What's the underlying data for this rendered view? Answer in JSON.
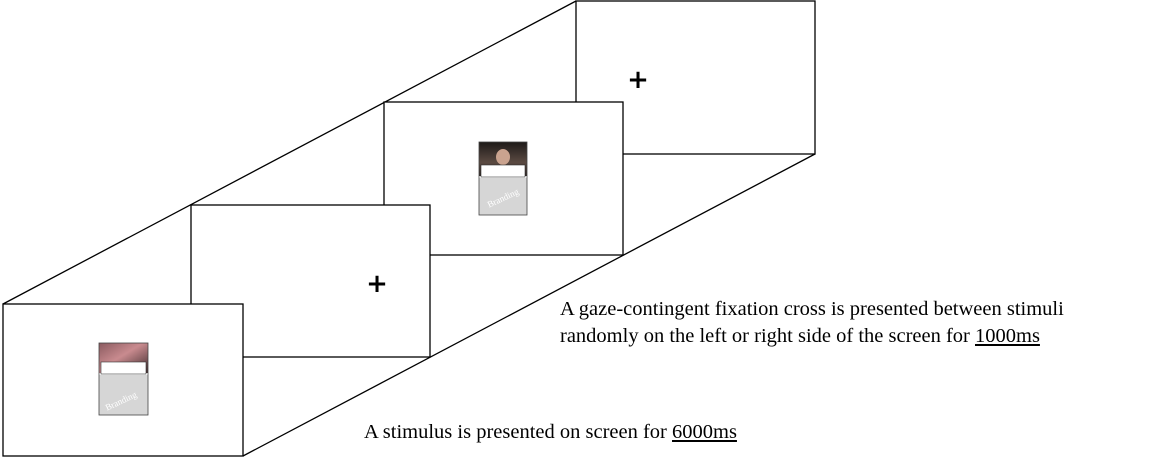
{
  "diagram": {
    "frames": [
      {
        "kind": "stimulus",
        "name": "frame-stimulus-1",
        "branding_label": "Branding"
      },
      {
        "kind": "fixation",
        "name": "frame-fixation-1",
        "cross_position": "right",
        "cross_symbol": "+"
      },
      {
        "kind": "stimulus",
        "name": "frame-stimulus-2",
        "branding_label": "Branding"
      },
      {
        "kind": "fixation",
        "name": "frame-fixation-2",
        "cross_position": "left",
        "cross_symbol": "+"
      }
    ]
  },
  "captions": {
    "fixation": {
      "line1": "A gaze-contingent fixation cross is presented between stimuli",
      "line2_prefix": "randomly on the left or right side of the screen for ",
      "duration": "1000ms"
    },
    "stimulus": {
      "prefix": "A stimulus is presented on screen for ",
      "duration": "6000ms"
    }
  }
}
